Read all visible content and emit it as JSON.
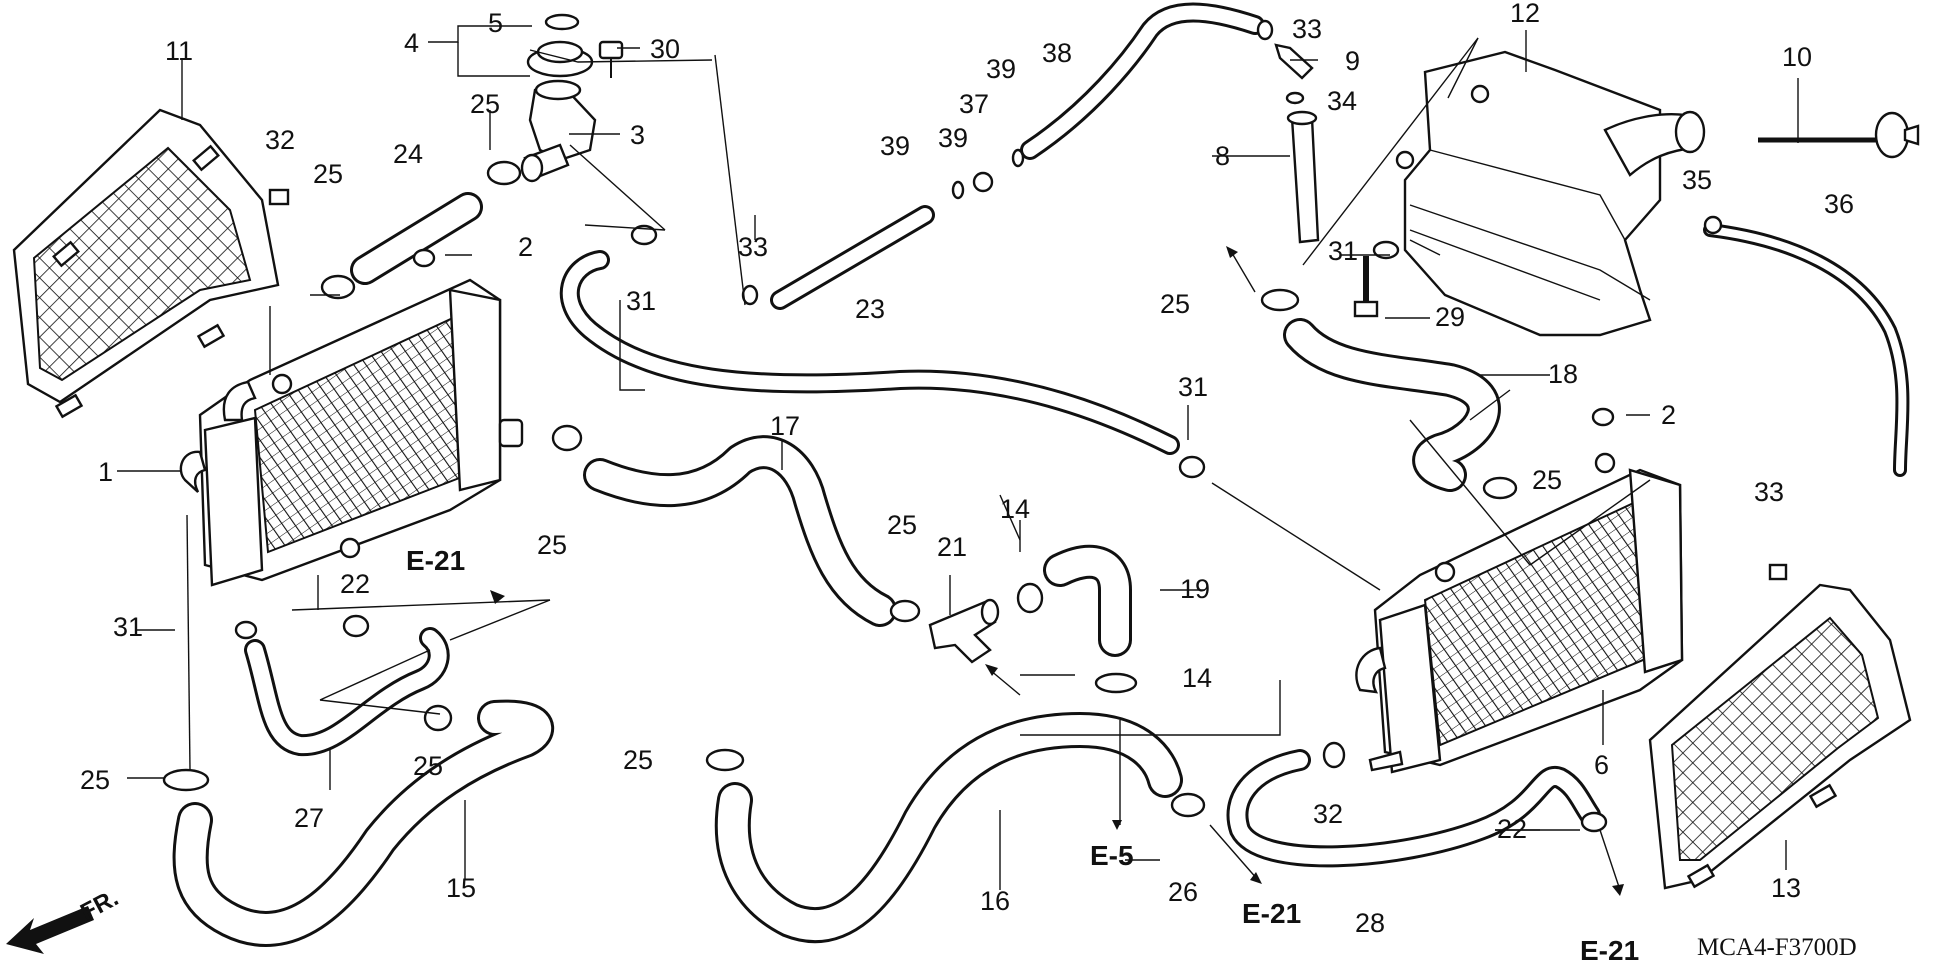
{
  "diagram": {
    "drawing_code": "MCA4-F3700D",
    "front_marker": "FR.",
    "references": [
      "E-21",
      "E-21",
      "E-21",
      "E-5"
    ],
    "callouts": [
      "1",
      "2",
      "2",
      "3",
      "4",
      "5",
      "6",
      "8",
      "9",
      "10",
      "11",
      "12",
      "13",
      "14",
      "14",
      "15",
      "16",
      "17",
      "18",
      "19",
      "21",
      "22",
      "22",
      "23",
      "24",
      "25",
      "25",
      "25",
      "25",
      "25",
      "25",
      "25",
      "25",
      "25",
      "26",
      "27",
      "28",
      "29",
      "30",
      "31",
      "31",
      "31",
      "31",
      "32",
      "32",
      "33",
      "33",
      "33",
      "34",
      "35",
      "36",
      "37",
      "38",
      "39",
      "39"
    ]
  }
}
